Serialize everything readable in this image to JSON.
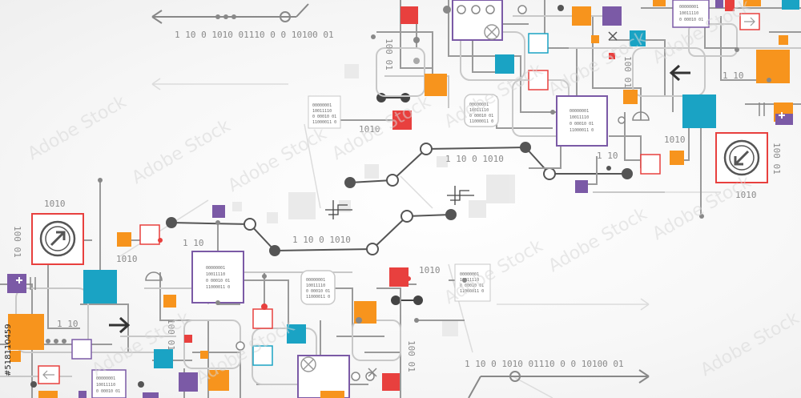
{
  "binary_strings": {
    "top_row": "1 10   0 1010   01110 0  0 10100 01",
    "bottom_row": "1 10   0 1010   01110 0  0 10100 01",
    "center_upper": "1 10   0 1010",
    "center_lower": "1 10   0 1010",
    "right_mid": "1 10",
    "small_1010": "1010",
    "vertical_100_01": "100 01"
  },
  "chip_bits": [
    "00000001",
    "10011110",
    "0 00010 01",
    "11000011 0"
  ],
  "watermark_text": "Adobe Stock",
  "stock_id": "#518110459",
  "colors": {
    "orange": "#f7941d",
    "teal": "#1aa3c4",
    "red": "#e8403e",
    "purple": "#7b5aa6",
    "dark": "#555555",
    "wire": "#8d8d8d",
    "light": "#cfcfcf"
  },
  "icons": [
    "arrow-up-right-badge-icon",
    "arrow-down-left-badge-icon",
    "arrow-left-icon",
    "arrow-right-icon",
    "double-arrow-icon",
    "circuit-node-icon"
  ]
}
